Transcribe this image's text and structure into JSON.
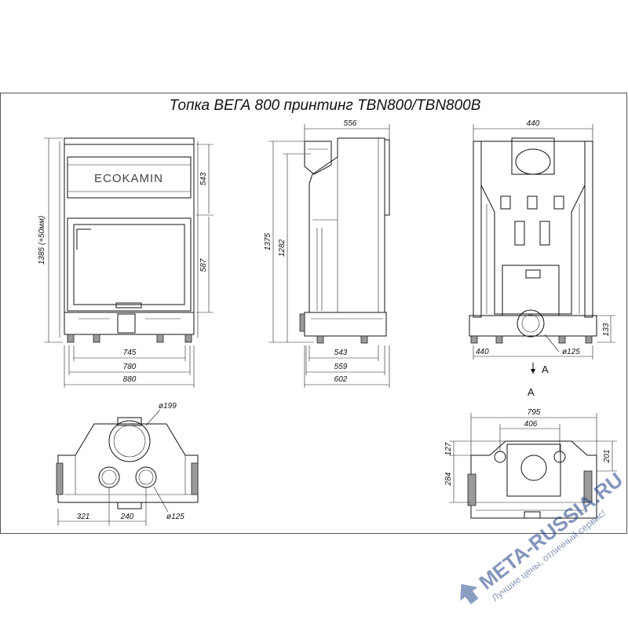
{
  "title": "Топка ВЕГА 800 принтинг TBN800/TBN800B",
  "brand_panel_text": "ECOKAMIN",
  "section_marker": "А",
  "front_view": {
    "dim_width_inner": "745",
    "dim_width_mid": "780",
    "dim_width_outer": "880",
    "dim_height_total": "1385 (+50мм)",
    "dim_upper": "543",
    "dim_lower": "587"
  },
  "side_view": {
    "dim_top": "556",
    "dim_height_1": "1375",
    "dim_height_2": "1282",
    "dim_base_1": "543",
    "dim_base_2": "559",
    "dim_base_3": "602"
  },
  "rear_view": {
    "dim_top": "440",
    "dim_bottom": "440",
    "dim_flue": "ø125",
    "dim_height": "133"
  },
  "top_view_left": {
    "dim_flue": "ø199",
    "dim_left": "321",
    "dim_spacing": "240",
    "dim_outlet": "ø125"
  },
  "top_view_right": {
    "dim_width": "795",
    "dim_inner": "406",
    "dim_left_top": "127",
    "dim_left_total": "284",
    "dim_right": "201"
  },
  "watermark": {
    "text": "META-RUSSIA.RU",
    "tagline": "Лучшие цены, отличный сервис!"
  }
}
